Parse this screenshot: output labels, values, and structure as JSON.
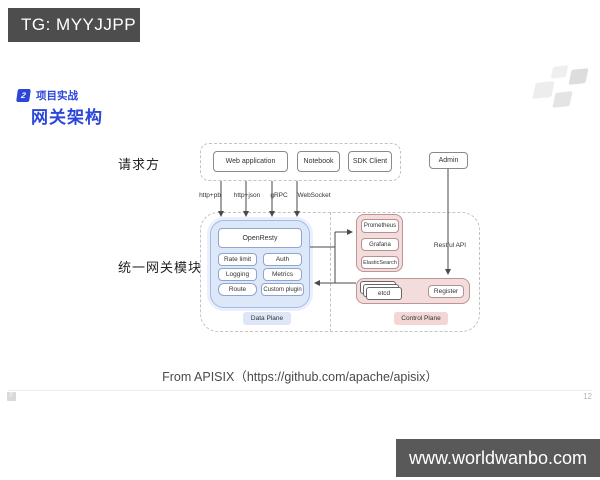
{
  "top_banner": {
    "text": "TG: MYYJJPP"
  },
  "badge": {
    "number": "2",
    "label": "项目实战"
  },
  "title": "网关架构",
  "diagram": {
    "requester_label": "请求方",
    "gateway_label": "统一网关模块",
    "clients": [
      "Web application",
      "Notebook",
      "SDK Client"
    ],
    "admin": "Admin",
    "protocols": [
      "http+pb",
      "http+json",
      "gRPC",
      "WebSocket"
    ],
    "openresty": "OpenResty",
    "plugins": [
      "Rate limit",
      "Auth",
      "Logging",
      "Metrics",
      "Route",
      "Custom plugin"
    ],
    "observability": [
      "Prometheus",
      "Grafana",
      "ElasticSearch"
    ],
    "restful_api": "Restful API",
    "etcd": "etcd",
    "register": "Register",
    "data_plane": "Data Plane",
    "control_plane": "Control Plane"
  },
  "caption": "From APISIX（https://github.com/apache/apisix）",
  "page_number": "12",
  "bottom_banner": {
    "text": "www.worldwanbo.com"
  },
  "colors": {
    "accent_blue": "#2b46d9",
    "banner_gray": "#4d4d4d",
    "data_plane_fill": "#dce7f8",
    "control_plane_fill": "#f2dcdc"
  }
}
